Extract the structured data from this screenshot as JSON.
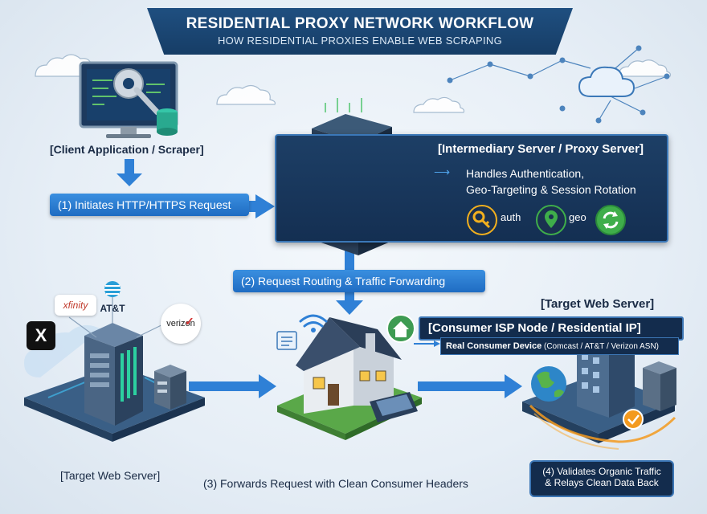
{
  "header": {
    "title": "RESIDENTIAL PROXY NETWORK WORKFLOW",
    "subtitle": "HOW RESIDENTIAL PROXIES ENABLE WEB SCRAPING"
  },
  "client": {
    "label": "[Client Application / Scraper]"
  },
  "steps": {
    "step1": "(1) Initiates HTTP/HTTPS Request",
    "step2": "(2) Request Routing & Traffic Forwarding",
    "step3": "(3) Forwards Request with Clean Consumer Headers",
    "step4_line1": "(4) Validates Organic Traffic",
    "step4_line2": "& Relays Clean Data Back"
  },
  "proxy": {
    "title": "[Intermediary Server / Proxy Server]",
    "desc_line1": "Handles Authentication,",
    "desc_line2": "Geo-Targeting & Session Rotation",
    "icons": [
      {
        "icon": "key-icon",
        "label": "auth",
        "color": "#f2b01e"
      },
      {
        "icon": "location-pin-icon",
        "label": "geo",
        "color": "#3fae4a"
      },
      {
        "icon": "rotate-icon",
        "label": "",
        "color": "#3fae4a"
      }
    ]
  },
  "isp_node": {
    "title": "[Consumer ISP Node / Residential IP]",
    "detail_main": "Real Consumer Device",
    "detail_small": "(Comcast / AT&T / Verizon ASN)"
  },
  "targets": {
    "left_label": "[Target Web Server]",
    "right_label": "[Target Web Server]"
  },
  "logos": {
    "xfinity": "xfinity",
    "att": "AT&T",
    "verizon": "verizon",
    "x": "X"
  },
  "colors": {
    "accent_blue": "#2f80d6",
    "navy": "#163d66",
    "green": "#3fae4a",
    "orange": "#f39a1f"
  }
}
